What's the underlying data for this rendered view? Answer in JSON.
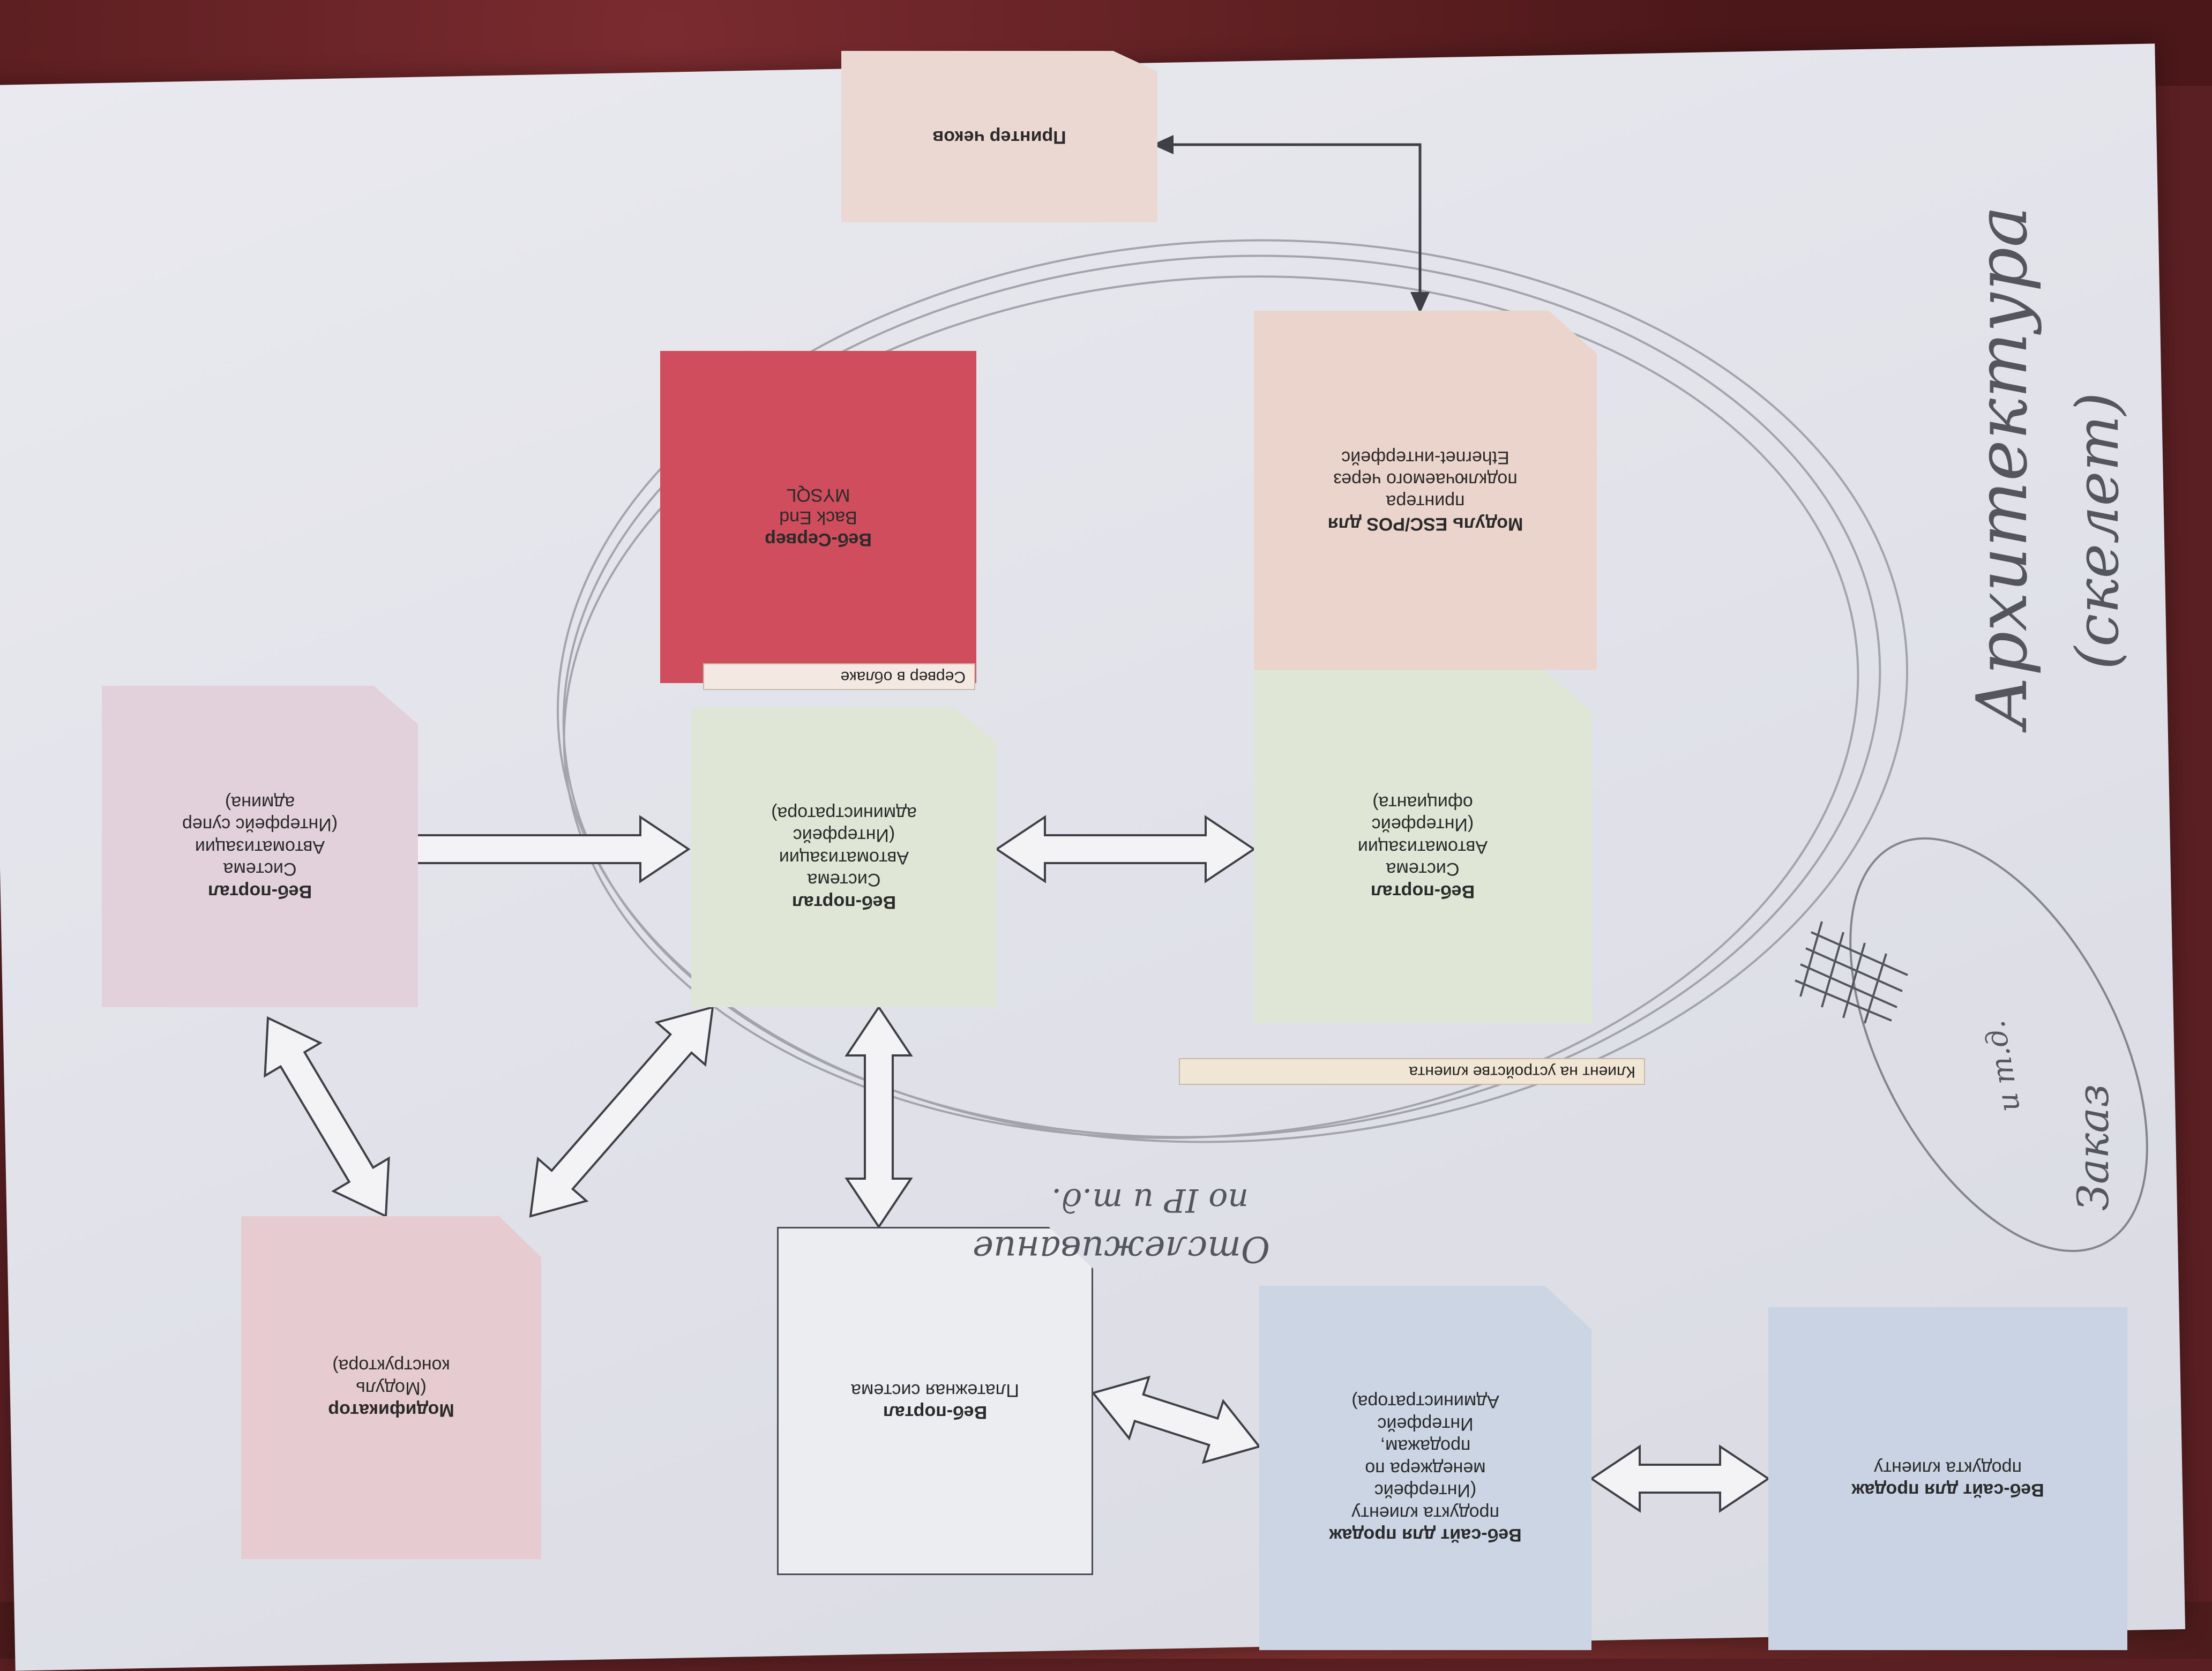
{
  "colors": {
    "background": "#5a1f22",
    "paper": "#e4e5ec",
    "pencil": "#8d8d96",
    "arrow_stroke": "#3f3f46",
    "arrow_fill": "#f3f3f6"
  },
  "nodes": {
    "web_admin": {
      "lines": [
        "Веб-портал",
        "Система",
        "Автоматизации",
        "(Интерфейс",
        "администратора)"
      ],
      "color": "#dfe6d6"
    },
    "web_waiter": {
      "lines": [
        "Веб-портал",
        "Система",
        "Автоматизации",
        "(Интерфейс",
        "официанта)"
      ],
      "color": "#dfe6d6"
    },
    "web_super": {
      "lines": [
        "Веб-портал",
        "Система",
        "Автоматизации",
        "(Интерфейс супер",
        "админа)"
      ],
      "color": "#e2d1da"
    },
    "server": {
      "lines": [
        "Веб-Сервер",
        "Back End",
        "MYSQL"
      ],
      "color": "#cf4d5d"
    },
    "escpos": {
      "lines": [
        "Модуль ESC/POS для",
        "принтера",
        "подключаемого через",
        "Ethernet-интерфейс"
      ],
      "color": "#ebd4cc"
    },
    "printer": {
      "lines": [
        "Принтер чеков"
      ],
      "color": "#ebd8d3"
    },
    "modifier": {
      "lines": [
        "Модификатор",
        "(Модуль",
        "конструктора)"
      ],
      "color": "#e6ccd0"
    },
    "payment": {
      "lines": [
        "Веб-портал",
        "Платежная система"
      ],
      "color": "#ecedf0"
    },
    "sales_admin": {
      "lines": [
        "Веб-сайт для продаж",
        "продукта клиенту",
        "(Интерфейс",
        "менеджера по",
        "продажам,",
        "Интерфейс",
        "Администратора)"
      ],
      "color": "#cbd5e4"
    },
    "sales_client": {
      "lines": [
        "Веб-сайт для продаж",
        "продукта клиенту"
      ],
      "color": "#c9d3e4"
    }
  },
  "tags": {
    "cloud": "Сервер в облаке",
    "client_device": "Клиент на устройстве клиента"
  },
  "handwriting": {
    "architecture": "Архитектура",
    "skeleton": "(скелет)",
    "tracking": "Отслеживание",
    "tracking_sub": "по IP и т.д.",
    "side_note_1": "Заказ",
    "side_note_2": "и т.д."
  },
  "edges": [
    {
      "from": "web_super",
      "to": "web_admin",
      "kind": "one-way"
    },
    {
      "from": "web_admin",
      "to": "web_waiter",
      "kind": "two-way"
    },
    {
      "from": "escpos",
      "to": "printer",
      "kind": "two-way-line"
    },
    {
      "from": "web_admin",
      "to": "payment",
      "kind": "two-way"
    },
    {
      "from": "web_admin",
      "to": "modifier",
      "kind": "two-way"
    },
    {
      "from": "web_super",
      "to": "modifier",
      "kind": "two-way"
    },
    {
      "from": "payment",
      "to": "sales_admin",
      "kind": "two-way"
    },
    {
      "from": "sales_admin",
      "to": "sales_client",
      "kind": "two-way"
    }
  ]
}
